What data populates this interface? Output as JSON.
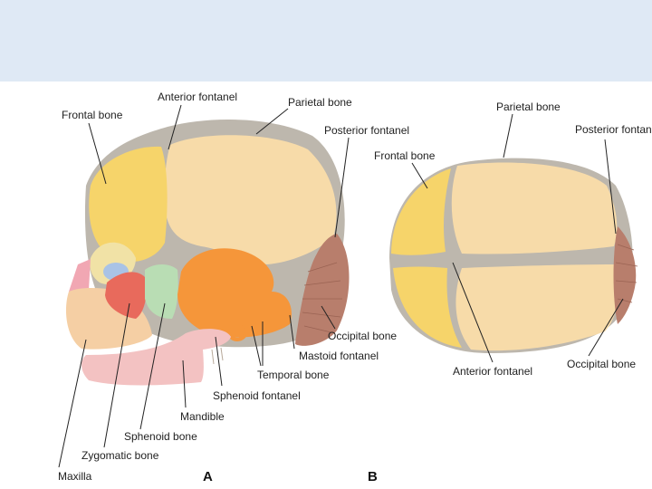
{
  "panel_a": {
    "label": "A",
    "labels": {
      "frontal_bone": "Frontal bone",
      "anterior_fontanel": "Anterior fontanel",
      "parietal_bone": "Parietal bone",
      "posterior_fontanel": "Posterior fontanel",
      "occipital_bone": "Occipital bone",
      "mastoid_fontanel": "Mastoid fontanel",
      "temporal_bone": "Temporal bone",
      "sphenoid_fontanel": "Sphenoid fontanel",
      "mandible": "Mandible",
      "sphenoid_bone": "Sphenoid bone",
      "zygomatic_bone": "Zygomatic bone",
      "maxilla": "Maxilla"
    }
  },
  "panel_b": {
    "label": "B",
    "labels": {
      "parietal_bone": "Parietal bone",
      "posterior_fontanel": "Posterior fontanel",
      "frontal_bone": "Frontal bone",
      "anterior_fontanel": "Anterior fontanel",
      "occipital_bone": "Occipital bone"
    }
  },
  "colors": {
    "header_band": "#dfe9f5",
    "parietal": "#f7dba9",
    "frontal": "#f6d46a",
    "occipital": "#b87e6c",
    "temporal": "#f5963a",
    "sphenoid_green": "#b9ddb4",
    "zygomatic_red": "#e86a5c",
    "mandible_pink": "#f3c2c2",
    "fontanel_gray": "#bdb7ad"
  }
}
